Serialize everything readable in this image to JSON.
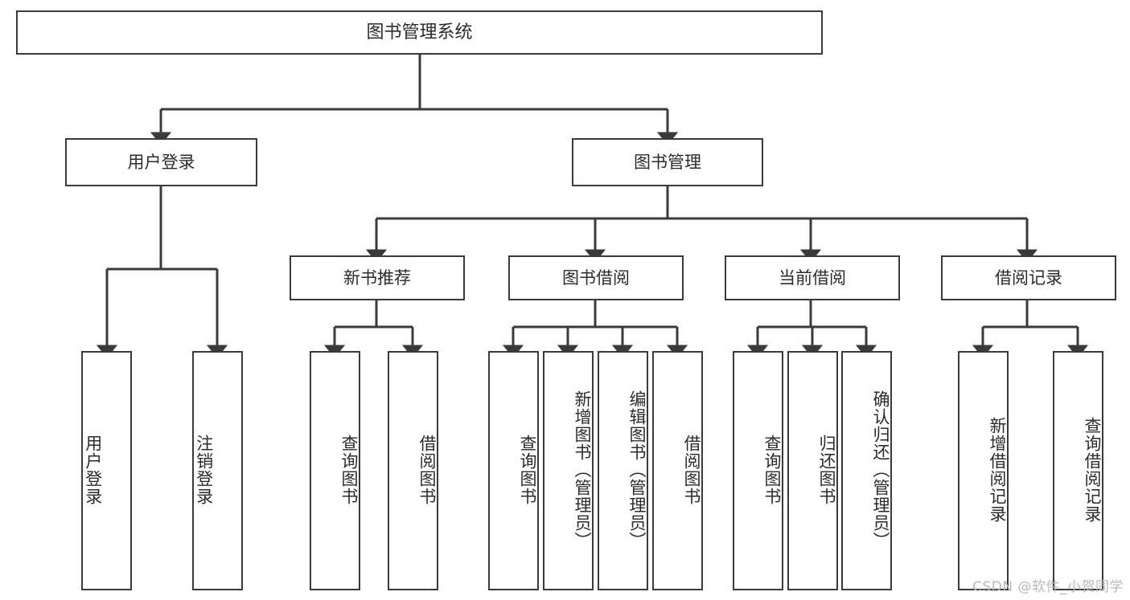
{
  "diagram": {
    "title": "图书管理系统",
    "type": "tree",
    "watermark": "CSDN @软件_小贺同学",
    "colors": {
      "background": "#ffffff",
      "node_border": "#3a3a3a",
      "node_fill": "#ffffff",
      "text": "#2b2b2b",
      "edge": "#3a3a3a",
      "watermark": "#b9b9b9"
    },
    "nodes": {
      "root": {
        "label": "图书管理系统"
      },
      "level2": [
        {
          "id": "user-login",
          "label": "用户登录"
        },
        {
          "id": "book-management",
          "label": "图书管理"
        }
      ],
      "level3": [
        {
          "id": "new-book-recommend",
          "label": "新书推荐"
        },
        {
          "id": "book-borrow",
          "label": "图书借阅"
        },
        {
          "id": "current-borrow",
          "label": "当前借阅"
        },
        {
          "id": "borrow-record",
          "label": "借阅记录"
        }
      ],
      "leaves": {
        "user_login": [
          {
            "id": "leaf-user-login",
            "label": "用户登录",
            "align": "bottom"
          },
          {
            "id": "leaf-logout-login",
            "label": "注销登录",
            "align": "bottom"
          }
        ],
        "new_book_recommend": [
          {
            "id": "leaf-query-book-1",
            "label": "查询图书",
            "align": "center"
          },
          {
            "id": "leaf-borrow-book-1",
            "label": "借阅图书",
            "align": "center"
          }
        ],
        "book_borrow": [
          {
            "id": "leaf-query-book-2",
            "label": "查询图书",
            "align": "center"
          },
          {
            "id": "leaf-add-book",
            "label": "新增图书（管理员）",
            "align": "top"
          },
          {
            "id": "leaf-edit-book",
            "label": "编辑图书（管理员）",
            "align": "top"
          },
          {
            "id": "leaf-borrow-book-2",
            "label": "借阅图书",
            "align": "center"
          }
        ],
        "current_borrow": [
          {
            "id": "leaf-query-book-3",
            "label": "查询图书",
            "align": "center"
          },
          {
            "id": "leaf-return-book",
            "label": "归还图书",
            "align": "center"
          },
          {
            "id": "leaf-confirm-return",
            "label": "确认归还（管理员）",
            "align": "top"
          }
        ],
        "borrow_record": [
          {
            "id": "leaf-add-record",
            "label": "新增借阅记录",
            "align": "center"
          },
          {
            "id": "leaf-query-record",
            "label": "查询借阅记录",
            "align": "center"
          }
        ]
      }
    }
  }
}
